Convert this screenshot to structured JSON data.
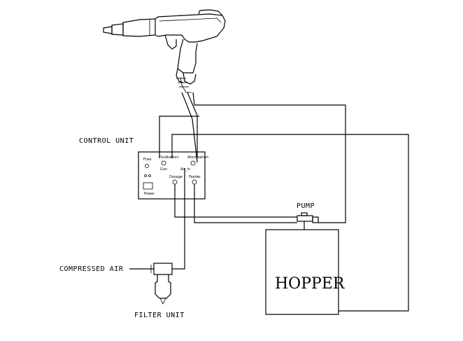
{
  "labels": {
    "control_unit": "CONTROL UNIT",
    "pump": "PUMP",
    "hopper": "HOPPER",
    "compressed_air": "COMPRESSED AIR",
    "filter_unit": "FILTER UNIT"
  },
  "panel": {
    "fuse": "Fuse",
    "fluidization": "Fluidization",
    "atomization": "Atomization",
    "gun": "Gun",
    "air_in": "Air_in",
    "dosage": "Dosage",
    "feeder": "Feeder",
    "power": "Power"
  }
}
